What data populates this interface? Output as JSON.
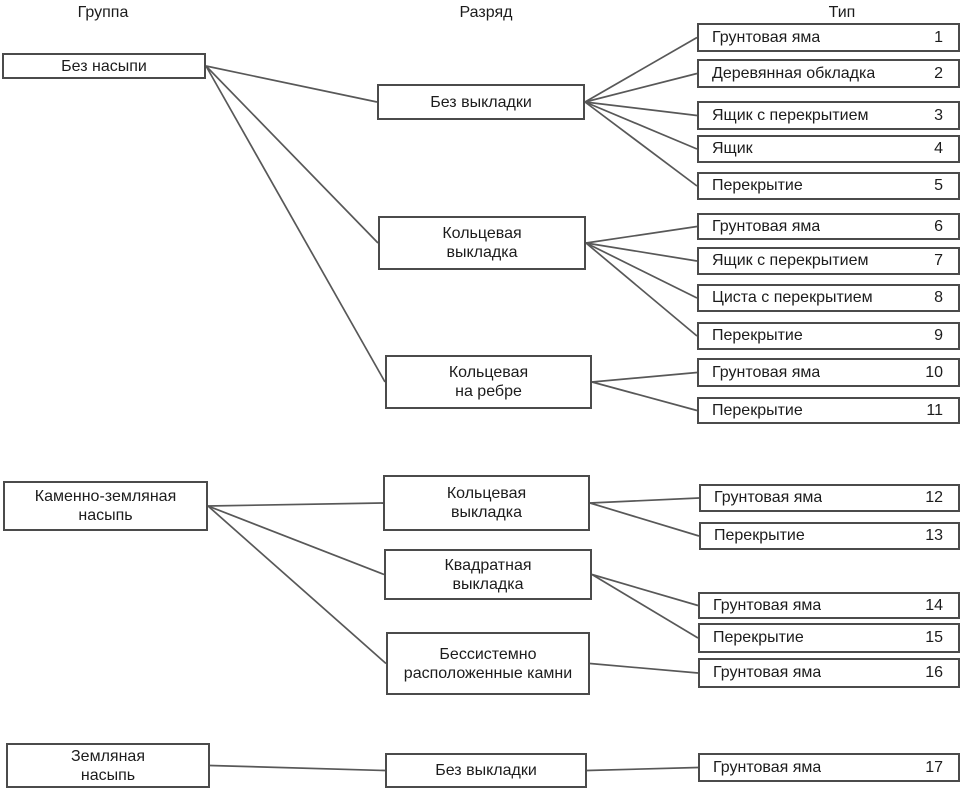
{
  "headers": {
    "group": "Группа",
    "category": "Разряд",
    "type": "Тип"
  },
  "groups": [
    {
      "id": "g1",
      "label": "Без насыпи"
    },
    {
      "id": "g2",
      "label": "Каменно-земляная\nнасыпь"
    },
    {
      "id": "g3",
      "label": "Земляная\nнасыпь"
    }
  ],
  "categories": [
    {
      "id": "c1",
      "label": "Без выкладки"
    },
    {
      "id": "c2",
      "label": "Кольцевая\nвыкладка"
    },
    {
      "id": "c3",
      "label": "Кольцевая\nна ребре"
    },
    {
      "id": "c4",
      "label": "Кольцевая\nвыкладка"
    },
    {
      "id": "c5",
      "label": "Квадратная\nвыкладка"
    },
    {
      "id": "c6",
      "label": "Бессистемно\nрасположенные камни"
    },
    {
      "id": "c7",
      "label": "Без выкладки"
    }
  ],
  "types": [
    {
      "id": "t1",
      "label": "Грунтовая яма",
      "number": "1"
    },
    {
      "id": "t2",
      "label": "Деревянная обкладка",
      "number": "2"
    },
    {
      "id": "t3",
      "label": "Ящик с перекрытием",
      "number": "3"
    },
    {
      "id": "t4",
      "label": "Ящик",
      "number": "4"
    },
    {
      "id": "t5",
      "label": "Перекрытие",
      "number": "5"
    },
    {
      "id": "t6",
      "label": "Грунтовая яма",
      "number": "6"
    },
    {
      "id": "t7",
      "label": "Ящик с перекрытием",
      "number": "7"
    },
    {
      "id": "t8",
      "label": "Циста с перекрытием",
      "number": "8"
    },
    {
      "id": "t9",
      "label": "Перекрытие",
      "number": "9"
    },
    {
      "id": "t10",
      "label": "Грунтовая яма",
      "number": "10"
    },
    {
      "id": "t11",
      "label": "Перекрытие",
      "number": "11"
    },
    {
      "id": "t12",
      "label": "Грунтовая яма",
      "number": "12"
    },
    {
      "id": "t13",
      "label": "Перекрытие",
      "number": "13"
    },
    {
      "id": "t14",
      "label": "Грунтовая яма",
      "number": "14"
    },
    {
      "id": "t15",
      "label": "Перекрытие",
      "number": "15"
    },
    {
      "id": "t16",
      "label": "Грунтовая яма",
      "number": "16"
    },
    {
      "id": "t17",
      "label": "Грунтовая яма",
      "number": "17"
    }
  ],
  "connections": [
    [
      "g1",
      "c1"
    ],
    [
      "g1",
      "c2"
    ],
    [
      "g1",
      "c3"
    ],
    [
      "g2",
      "c4"
    ],
    [
      "g2",
      "c5"
    ],
    [
      "g2",
      "c6"
    ],
    [
      "g3",
      "c7"
    ],
    [
      "c1",
      "t1"
    ],
    [
      "c1",
      "t2"
    ],
    [
      "c1",
      "t3"
    ],
    [
      "c1",
      "t4"
    ],
    [
      "c1",
      "t5"
    ],
    [
      "c2",
      "t6"
    ],
    [
      "c2",
      "t7"
    ],
    [
      "c2",
      "t8"
    ],
    [
      "c2",
      "t9"
    ],
    [
      "c3",
      "t10"
    ],
    [
      "c3",
      "t11"
    ],
    [
      "c4",
      "t12"
    ],
    [
      "c4",
      "t13"
    ],
    [
      "c5",
      "t14"
    ],
    [
      "c5",
      "t15"
    ],
    [
      "c6",
      "t16"
    ],
    [
      "c7",
      "t17"
    ]
  ],
  "colors": {
    "background": "#ffffff",
    "border": "#4b4b4b",
    "line": "#585858",
    "text": "#1c1c1c"
  }
}
